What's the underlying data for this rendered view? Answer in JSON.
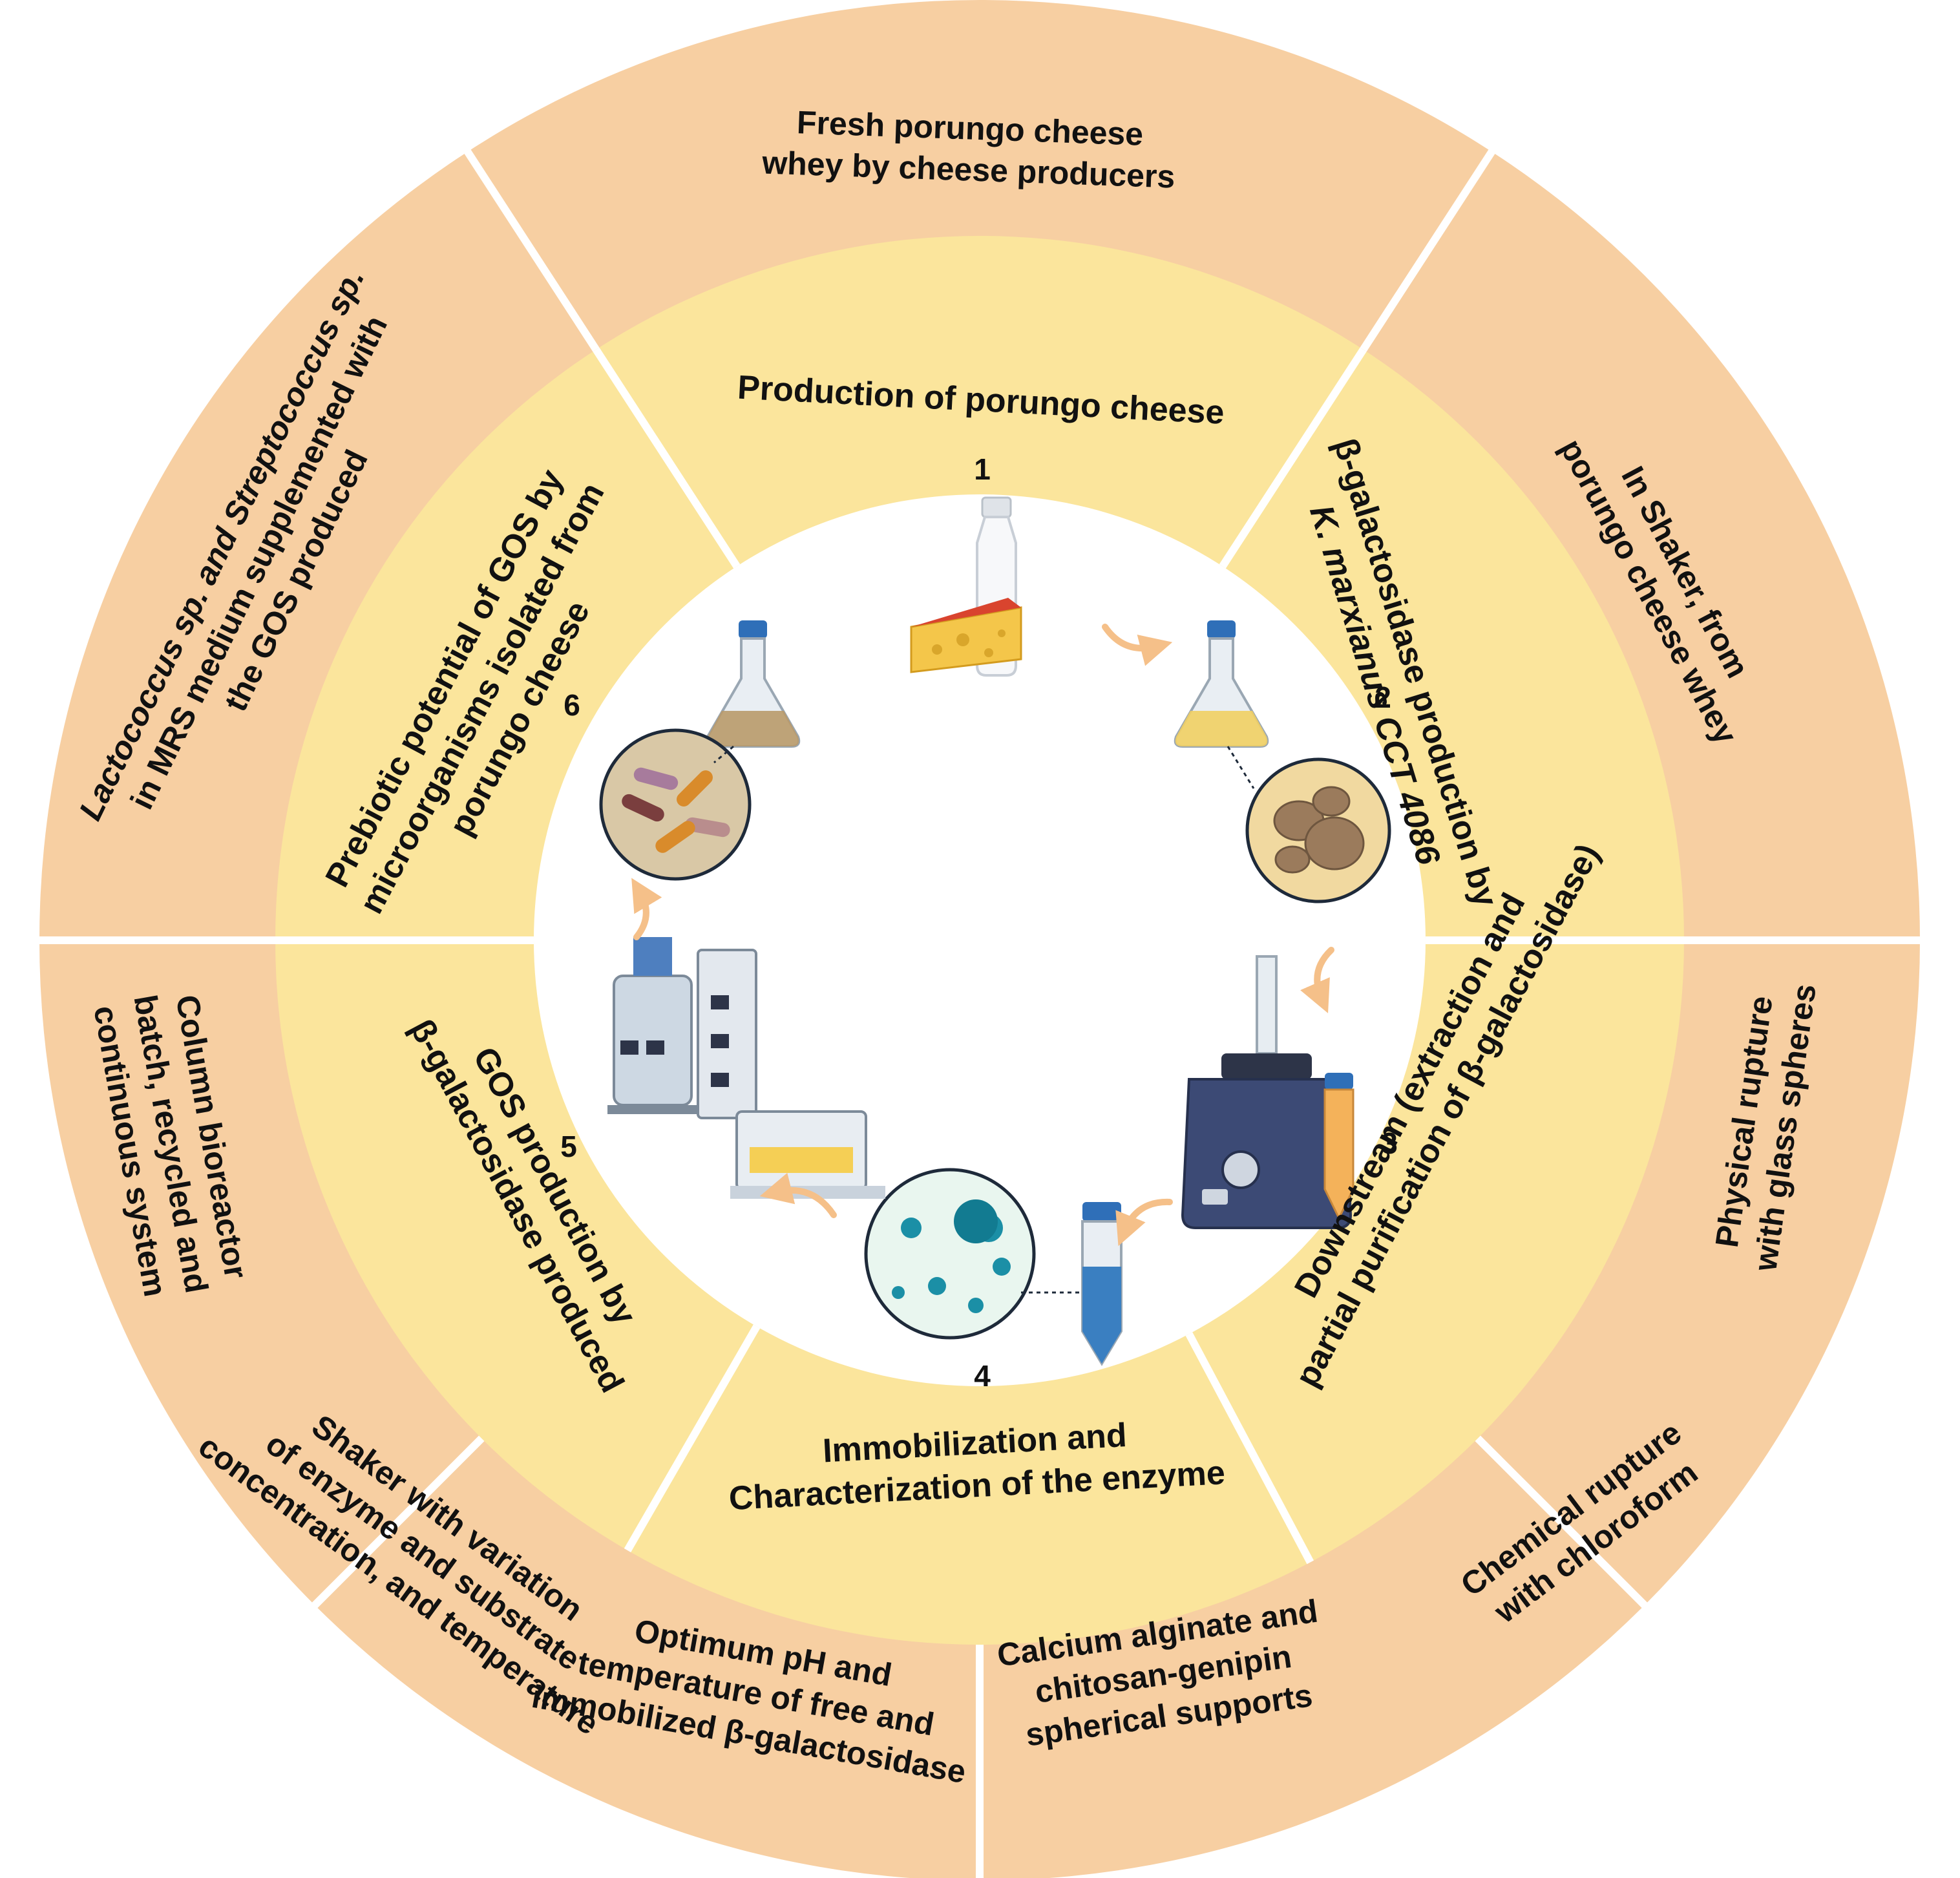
{
  "colors": {
    "outer_ring": "#F7CFA2",
    "inner_ring": "#FBE59C",
    "center": "#FFFFFF",
    "divider": "#FFFFFF",
    "arrow": "#F5C089",
    "text": "#111111"
  },
  "stages": [
    {
      "number": "1",
      "title": [
        "Production of porungo cheese"
      ],
      "icon": "milk-bottle-and-cheese-icon"
    },
    {
      "number": "2",
      "title": [
        "β-galactosidase production by",
        "K. marxianus CCT 4086"
      ],
      "icon": "yeast-flask-icon"
    },
    {
      "number": "3",
      "title": [
        "Downstream (extraction and",
        "partial purification of β-galactosidase)"
      ],
      "icon": "vortex-mixer-icon"
    },
    {
      "number": "4",
      "title": [
        "Immobilization and",
        "Characterization of the enzyme"
      ],
      "icon": "immobilized-beads-tube-icon"
    },
    {
      "number": "5",
      "title": [
        "GOS production by",
        "β-galactosidase produced"
      ],
      "icon": "bioreactor-and-shaker-icon"
    },
    {
      "number": "6",
      "title": [
        "Prebiotic potential of GOS by",
        "microorganisms isolated from",
        "porungo cheese"
      ],
      "icon": "bacteria-flask-icon"
    }
  ],
  "details": [
    {
      "text": [
        "Fresh porungo cheese",
        "whey by cheese producers"
      ]
    },
    {
      "text": [
        "In Shaker, from",
        "porungo cheese whey"
      ]
    },
    {
      "text": [
        "Physical rupture",
        "with glass spheres"
      ]
    },
    {
      "text": [
        "Chemical rupture",
        "with chloroform"
      ]
    },
    {
      "text": [
        "Calcium alginate and",
        "chitosan-genipin",
        "spherical supports"
      ]
    },
    {
      "text": [
        "Optimum pH and",
        "temperature of free and",
        "immobilized β-galactosidase"
      ]
    },
    {
      "text": [
        "Shaker with variation",
        "of enzyme and substrate",
        "concentration, and temperature"
      ]
    },
    {
      "text": [
        "Column bioreactor",
        "batch, recycled and",
        "continuous system"
      ]
    },
    {
      "text": [
        "Lactococcus sp. and Streptococcus sp.",
        "in MRS medium supplemented with",
        "the GOS produced"
      ]
    }
  ]
}
